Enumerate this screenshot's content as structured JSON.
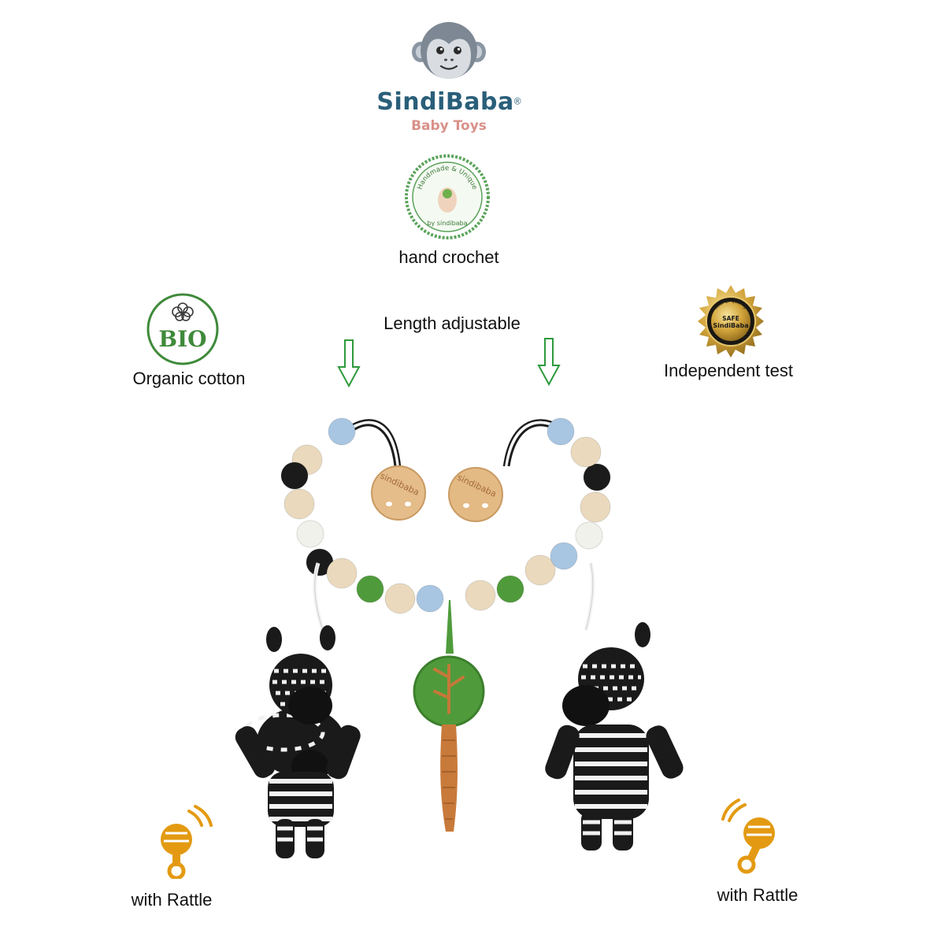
{
  "brand": {
    "name": "SindiBaba",
    "registered": "®",
    "subtitle": "Baby Toys",
    "logo_icon": "monkey-face-icon"
  },
  "badges": {
    "handmade": {
      "seal_text_top": "Handmade & Unique",
      "seal_text_bottom": "by sindibaba",
      "caption": "hand crochet"
    },
    "bio": {
      "seal_text": "BIO",
      "caption": "Organic cotton",
      "color": "#3f8a3a"
    },
    "quality": {
      "seal_text_top": "seal of quality",
      "seal_text_mid1": "SAFE",
      "seal_text_mid2": "SindiBaba",
      "seal_text_bottom": "independently tested",
      "caption": "Independent test"
    }
  },
  "features": {
    "length_label": "Length adjustable",
    "arrow_color": "#2e9a3c",
    "rattle_left_label": "with Rattle",
    "rattle_right_label": "with Rattle",
    "rattle_color": "#e39a12"
  },
  "product": {
    "clip_text": "sindibaba",
    "bead_colors": {
      "wood": "#ead9bd",
      "blue": "#a8c6e2",
      "black": "#1b1b1b",
      "white": "#f1f1ec",
      "green": "#4f9b3b"
    }
  }
}
